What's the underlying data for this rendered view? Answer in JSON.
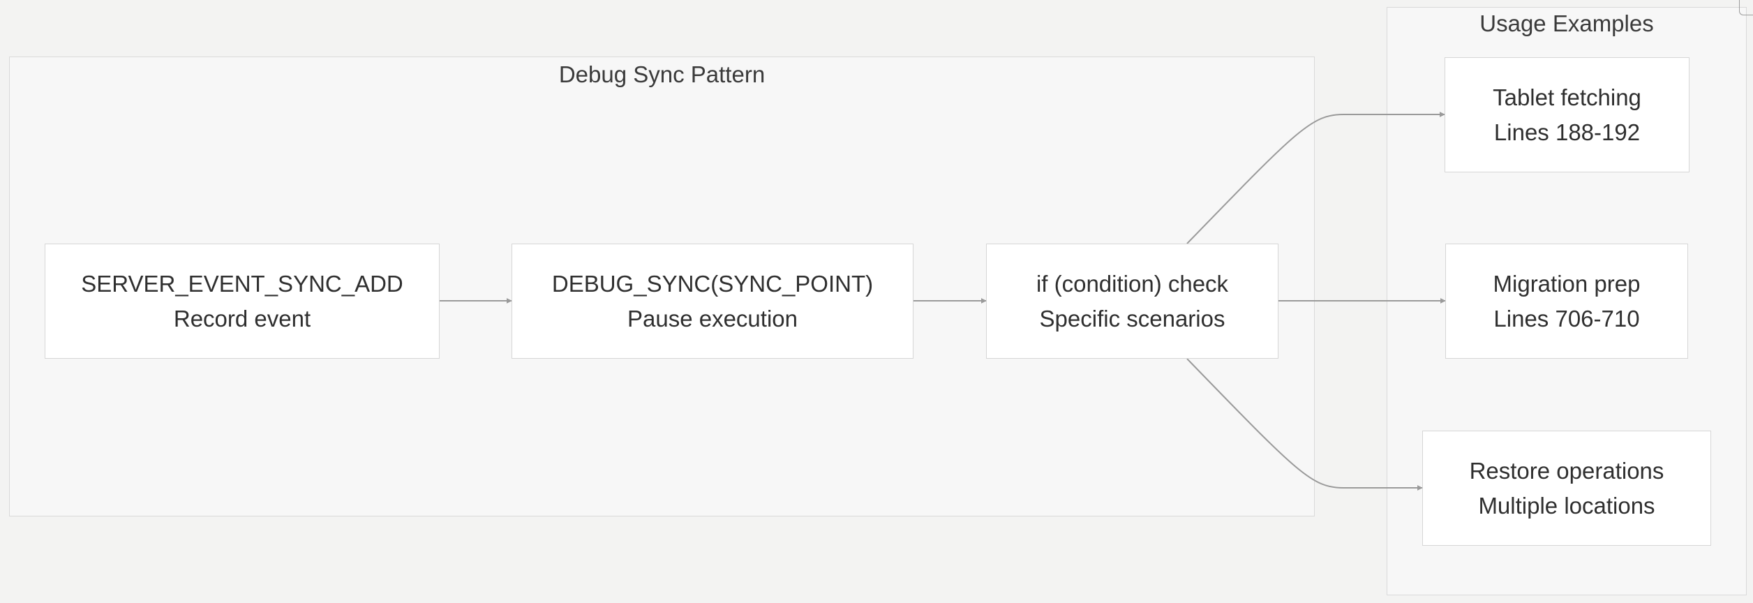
{
  "clusters": {
    "debug_sync": {
      "title": "Debug Sync Pattern"
    },
    "usage": {
      "title": "Usage Examples"
    }
  },
  "nodes": {
    "server_event": {
      "line1": "SERVER_EVENT_SYNC_ADD",
      "line2": "Record event"
    },
    "debug_sync": {
      "line1": "DEBUG_SYNC(SYNC_POINT)",
      "line2": "Pause execution"
    },
    "condition": {
      "line1": "if (condition) check",
      "line2": "Specific scenarios"
    },
    "tablet": {
      "line1": "Tablet fetching",
      "line2": "Lines 188-192"
    },
    "migration": {
      "line1": "Migration prep",
      "line2": "Lines 706-710"
    },
    "restore": {
      "line1": "Restore operations",
      "line2": "Multiple locations"
    }
  },
  "edges": [
    {
      "from": "server_event",
      "to": "debug_sync"
    },
    {
      "from": "debug_sync",
      "to": "condition"
    },
    {
      "from": "condition",
      "to": "tablet"
    },
    {
      "from": "condition",
      "to": "migration"
    },
    {
      "from": "condition",
      "to": "restore"
    }
  ],
  "colors": {
    "background": "#f3f3f2",
    "cluster_fill": "#f7f7f7",
    "cluster_border": "#d9d9d9",
    "node_fill": "#ffffff",
    "node_border": "#d6d6d6",
    "edge": "#9a9a9a",
    "text": "#2f2f2f"
  }
}
